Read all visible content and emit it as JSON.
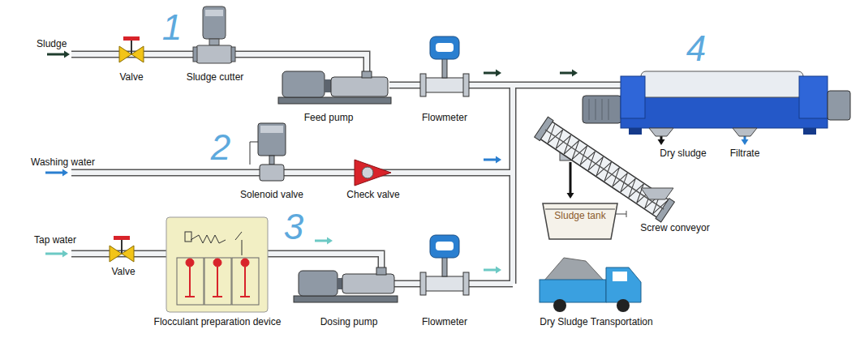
{
  "diagram": {
    "nodes": [
      {
        "text": [
          "Sludge tank"
        ]
      }
    ],
    "labels": [
      "Sludge",
      "1",
      "Valve",
      "Sludge cutter",
      "Feed pump",
      "Flowmeter",
      "4",
      "Dry sludge",
      "Filtrate",
      "Washing water",
      "2",
      "Solenoid valve",
      "Check valve",
      "Screw conveyor",
      "Tap water",
      "3",
      "Valve",
      "Flocculant preparation device",
      "Dosing pump",
      "Flowmeter",
      "Dry Sludge Transportation"
    ]
  }
}
